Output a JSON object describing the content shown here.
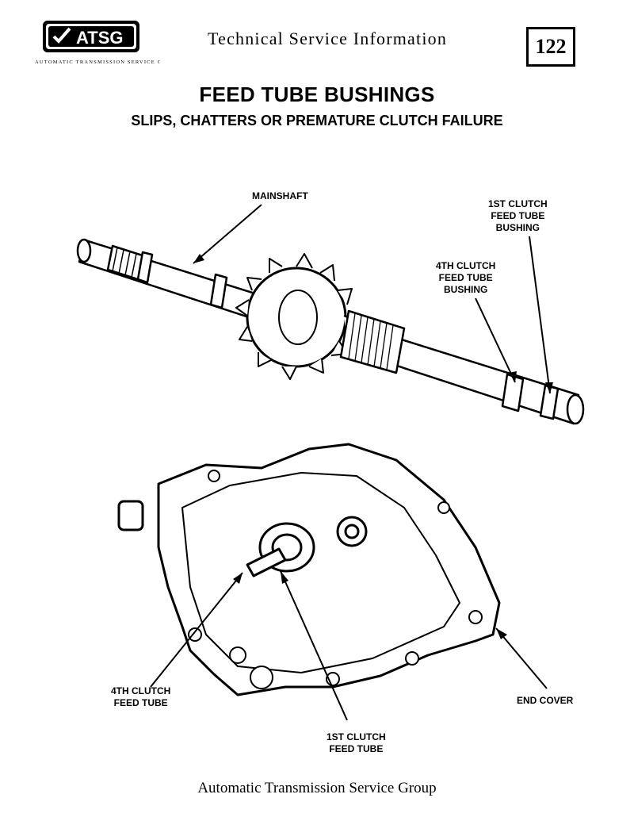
{
  "header": {
    "logo_text": "ATSG",
    "logo_ring_text": "AUTOMATIC TRANSMISSION SERVICE GROUP",
    "title": "Technical Service Information",
    "page_number": "122"
  },
  "document": {
    "title": "FEED TUBE BUSHINGS",
    "subtitle": "SLIPS, CHATTERS OR PREMATURE CLUTCH FAILURE"
  },
  "callouts": {
    "mainshaft": [
      "MAINSHAFT"
    ],
    "first_clutch_bushing": [
      "1ST CLUTCH",
      "FEED TUBE",
      "BUSHING"
    ],
    "fourth_clutch_bushing": [
      "4TH CLUTCH",
      "FEED TUBE",
      "BUSHING"
    ],
    "fourth_clutch_tube": [
      "4TH CLUTCH",
      "FEED TUBE"
    ],
    "end_cover": [
      "END COVER"
    ],
    "first_clutch_tube": [
      "1ST CLUTCH",
      "FEED TUBE"
    ]
  },
  "footer": {
    "text": "Automatic Transmission Service Group"
  }
}
